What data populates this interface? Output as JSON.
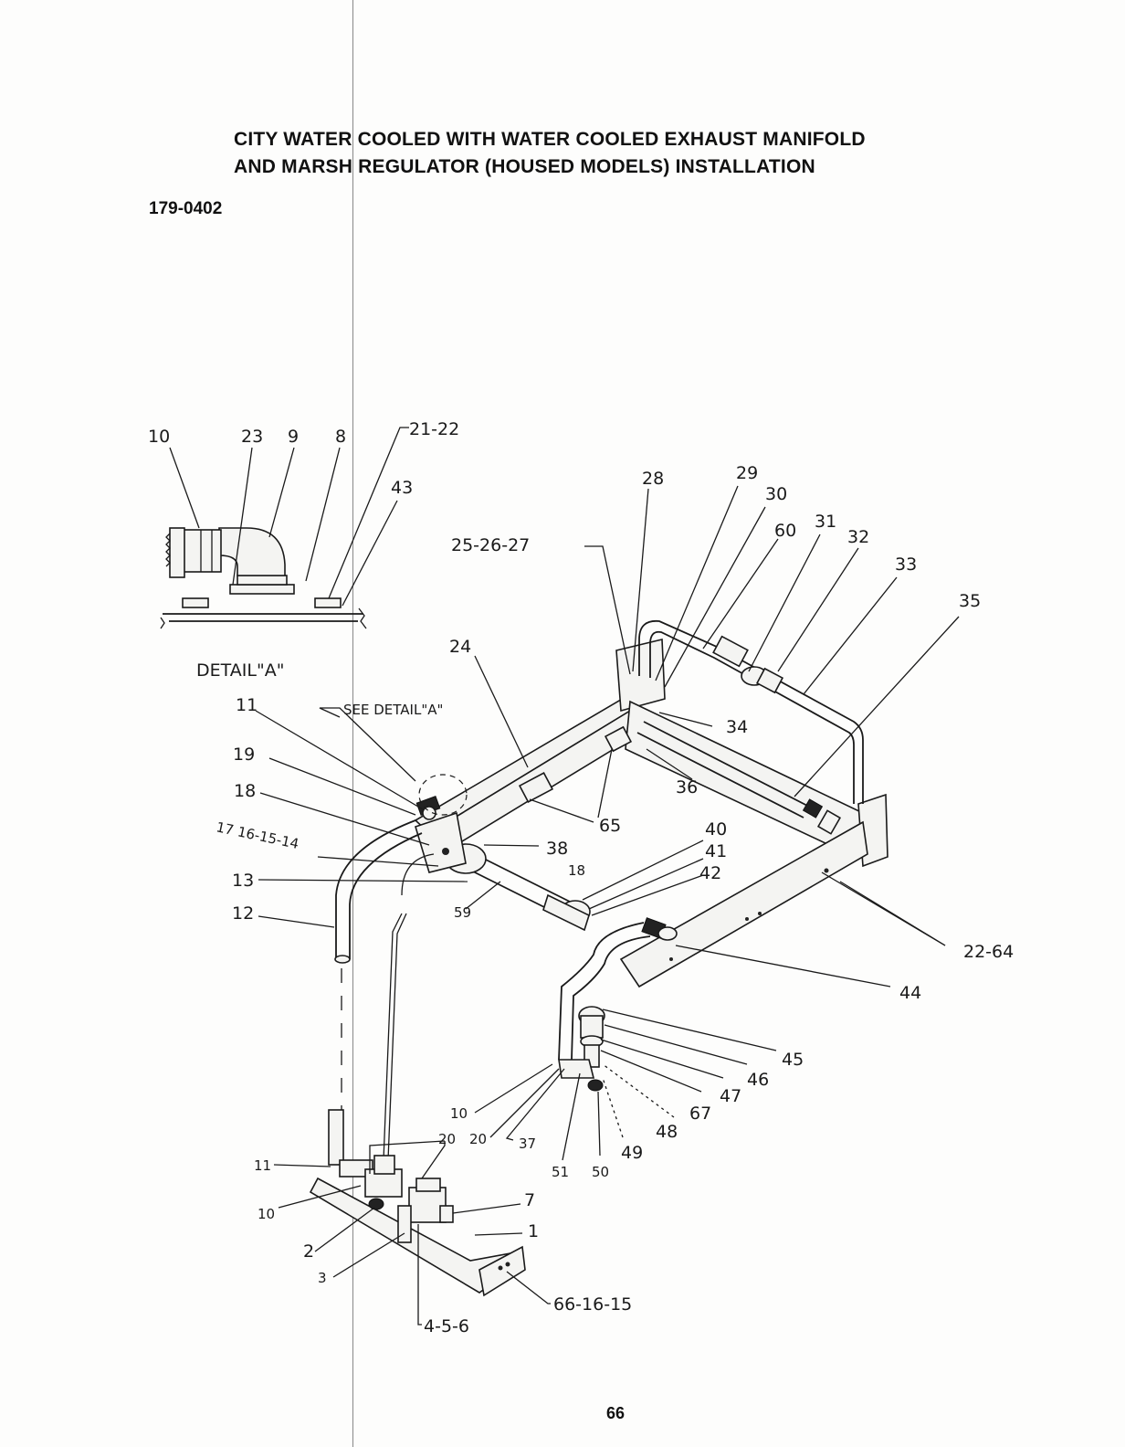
{
  "header": {
    "title_line1": "CITY WATER COOLED WITH WATER COOLED EXHAUST MANIFOLD",
    "title_line2": "AND MARSH REGULATOR (HOUSED MODELS) INSTALLATION",
    "part_number": "179-0402"
  },
  "detail": {
    "label": "DETAIL\"A\"",
    "see_detail": "SEE DETAIL\"A\""
  },
  "callouts": {
    "c10_top": "10",
    "c23": "23",
    "c9": "9",
    "c8": "8",
    "c21_22": "21-22",
    "c43": "43",
    "c28": "28",
    "c29": "29",
    "c30": "30",
    "c60": "60",
    "c31": "31",
    "c32": "32",
    "c33": "33",
    "c35": "35",
    "c25_26_27": "25-26-27",
    "c24": "24",
    "c34": "34",
    "c36": "36",
    "c65": "65",
    "c11_top": "11",
    "c19": "19",
    "c18_left": "18",
    "c17_16_15_14": "17 16-15-14",
    "c13": "13",
    "c12": "12",
    "c38": "38",
    "c18_small": "18",
    "c59": "59",
    "c40": "40",
    "c41": "41",
    "c42": "42",
    "c22_64": "22-64",
    "c44": "44",
    "c45": "45",
    "c46": "46",
    "c47": "47",
    "c67": "67",
    "c48": "48",
    "c49": "49",
    "c50": "50",
    "c51": "51",
    "c37": "37",
    "c20_mid": "20",
    "c10_mid": "10",
    "c20_low": "20",
    "c11_low": "11",
    "c10_low": "10",
    "c7": "7",
    "c1": "1",
    "c2": "2",
    "c3": "3",
    "c66_16_15": "66-16-15",
    "c4_5_6": "4-5-6"
  },
  "footer": {
    "page_number": "66"
  }
}
